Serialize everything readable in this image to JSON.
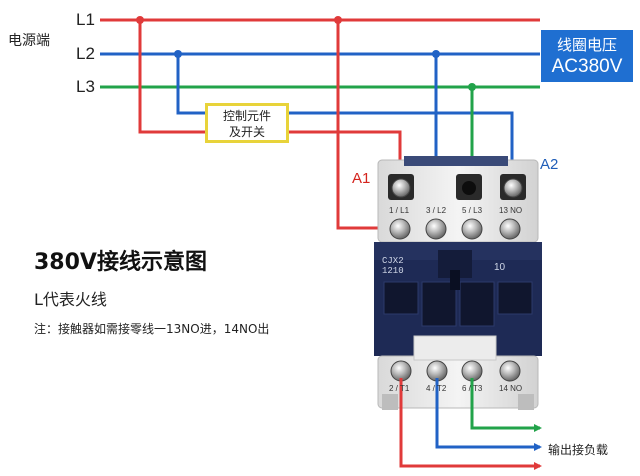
{
  "power_source": {
    "label": "电源端",
    "lines": [
      {
        "label": "L1",
        "color": "#e03a3a"
      },
      {
        "label": "L2",
        "color": "#2162c5"
      },
      {
        "label": "L3",
        "color": "#22a34a"
      }
    ]
  },
  "coil_voltage": {
    "line1": "线圈电压",
    "line2": "AC380V",
    "color": "#1f6fd1"
  },
  "control_element": {
    "line1": "控制元件",
    "line2": "及开关",
    "border_color": "#e8d33a"
  },
  "coil_terminals": {
    "a1": "A1",
    "a2": "A2"
  },
  "heading": {
    "title": "380V接线示意图",
    "subtitle": "L代表火线",
    "note": "注：接触器如需接零线一13NO进，14NO出"
  },
  "contactor": {
    "model_line1": "CJX2",
    "model_line2": "1210",
    "aux_number": "10",
    "top_terminals": [
      "1 / L1",
      "3 / L2",
      "5 / L3",
      "13 NO"
    ],
    "bottom_terminals": [
      "2 / T1",
      "4 / T2",
      "6 / T3",
      "14 NO"
    ]
  },
  "output_label": "输出接负载"
}
